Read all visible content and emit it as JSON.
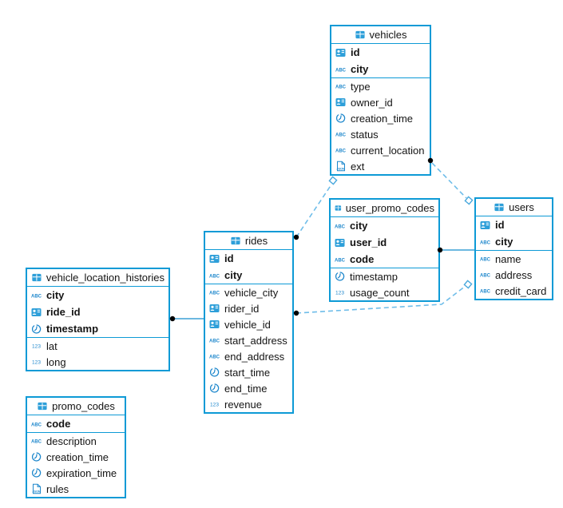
{
  "diagram": {
    "tables": [
      {
        "name": "vehicles",
        "primary": [
          {
            "label": "id",
            "type": "uuid"
          },
          {
            "label": "city",
            "type": "text"
          }
        ],
        "fields": [
          {
            "label": "type",
            "type": "text"
          },
          {
            "label": "owner_id",
            "type": "uuid"
          },
          {
            "label": "creation_time",
            "type": "timestamp"
          },
          {
            "label": "status",
            "type": "text"
          },
          {
            "label": "current_location",
            "type": "text"
          },
          {
            "label": "ext",
            "type": "json"
          }
        ]
      },
      {
        "name": "user_promo_codes",
        "primary": [
          {
            "label": "city",
            "type": "text"
          },
          {
            "label": "user_id",
            "type": "uuid"
          },
          {
            "label": "code",
            "type": "text"
          }
        ],
        "fields": [
          {
            "label": "timestamp",
            "type": "timestamp"
          },
          {
            "label": "usage_count",
            "type": "number"
          }
        ]
      },
      {
        "name": "users",
        "primary": [
          {
            "label": "id",
            "type": "uuid"
          },
          {
            "label": "city",
            "type": "text"
          }
        ],
        "fields": [
          {
            "label": "name",
            "type": "text"
          },
          {
            "label": "address",
            "type": "text"
          },
          {
            "label": "credit_card",
            "type": "text"
          }
        ]
      },
      {
        "name": "rides",
        "primary": [
          {
            "label": "id",
            "type": "uuid"
          },
          {
            "label": "city",
            "type": "text"
          }
        ],
        "fields": [
          {
            "label": "vehicle_city",
            "type": "text"
          },
          {
            "label": "rider_id",
            "type": "uuid"
          },
          {
            "label": "vehicle_id",
            "type": "uuid"
          },
          {
            "label": "start_address",
            "type": "text"
          },
          {
            "label": "end_address",
            "type": "text"
          },
          {
            "label": "start_time",
            "type": "timestamp"
          },
          {
            "label": "end_time",
            "type": "timestamp"
          },
          {
            "label": "revenue",
            "type": "number"
          }
        ]
      },
      {
        "name": "vehicle_location_histories",
        "primary": [
          {
            "label": "city",
            "type": "text"
          },
          {
            "label": "ride_id",
            "type": "uuid"
          },
          {
            "label": "timestamp",
            "type": "timestamp"
          }
        ],
        "fields": [
          {
            "label": "lat",
            "type": "number"
          },
          {
            "label": "long",
            "type": "number"
          }
        ]
      },
      {
        "name": "promo_codes",
        "primary": [
          {
            "label": "code",
            "type": "text"
          }
        ],
        "fields": [
          {
            "label": "description",
            "type": "text"
          },
          {
            "label": "creation_time",
            "type": "timestamp"
          },
          {
            "label": "expiration_time",
            "type": "timestamp"
          },
          {
            "label": "rules",
            "type": "json"
          }
        ]
      }
    ],
    "connections": [
      {
        "from": "rides",
        "to": "vehicles"
      },
      {
        "from": "vehicles",
        "to": "users"
      },
      {
        "from": "user_promo_codes",
        "to": "users"
      },
      {
        "from": "rides",
        "to": "users"
      },
      {
        "from": "vehicle_location_histories",
        "to": "rides"
      }
    ],
    "colors": {
      "table_border": "#0d9ad6",
      "icon_blue": "#1d87cc",
      "dash_line": "#6fbde9",
      "solid_link": "#2f9fd4",
      "connector_dot": "#000000",
      "text": "#141414"
    }
  }
}
